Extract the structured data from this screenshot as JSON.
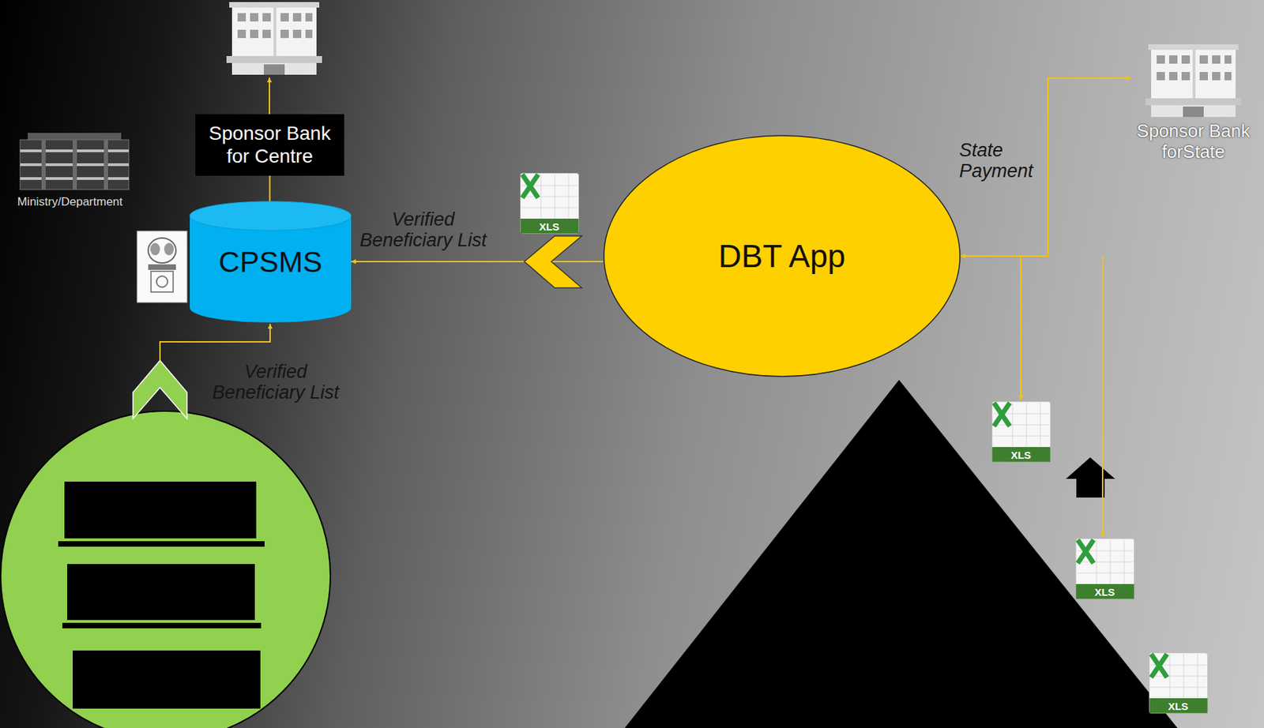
{
  "diagram": {
    "nodes": [
      {
        "text": [
          "Sponsor Bank for Centre"
        ]
      },
      {
        "text": [
          "CPSMS"
        ]
      },
      {
        "text": [
          "DBT App"
        ]
      },
      {
        "text": [
          "Sponsor Bank forState"
        ]
      }
    ],
    "edges": [
      {
        "from": 1,
        "to": 0,
        "arrow": "none"
      },
      {
        "from": 2,
        "to": 1,
        "label": "Verified Beneficiary List",
        "arrow": "to"
      },
      {
        "from": 2,
        "to": 3,
        "label": "State Payment",
        "arrow": "both"
      }
    ],
    "labels": [
      "Ministry/Department",
      "Verified Beneficiary List",
      "XLS",
      "XLS",
      "XLS",
      "XLS"
    ]
  }
}
